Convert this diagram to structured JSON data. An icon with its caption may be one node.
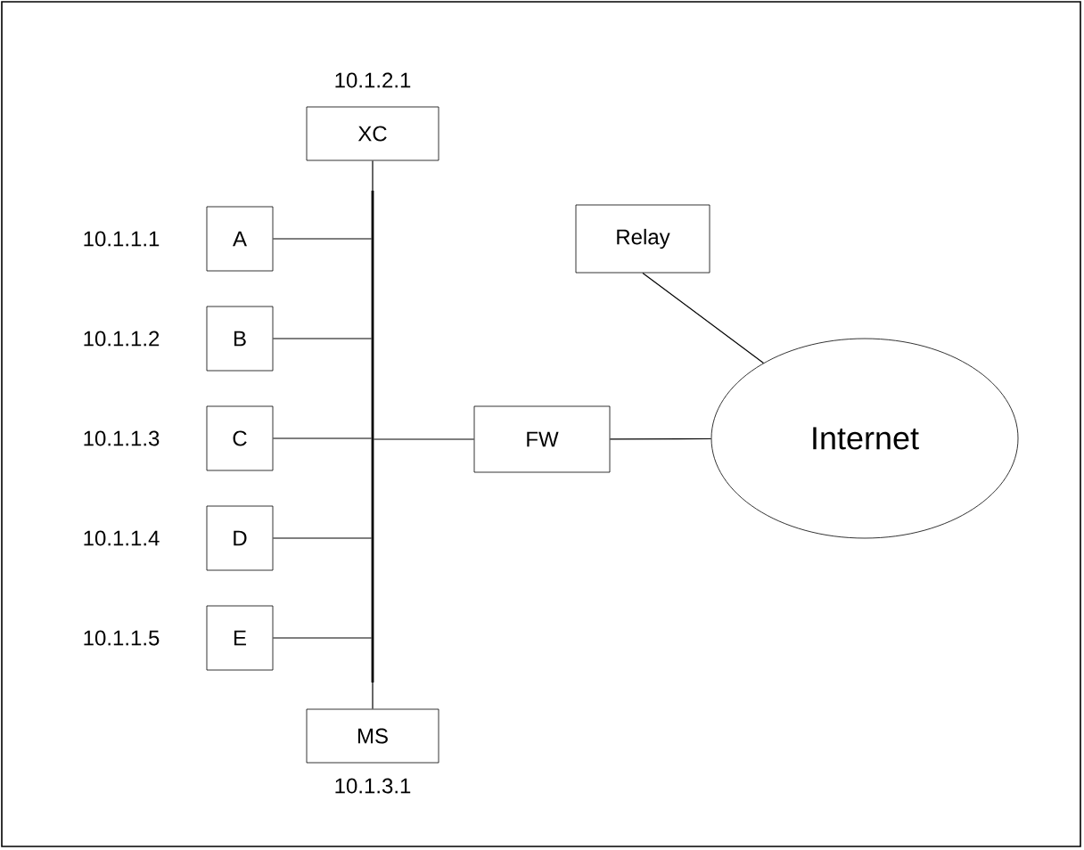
{
  "diagram": {
    "nodes": [
      {
        "text": [
          "XC"
        ],
        "beside": [
          "10.1.2.1"
        ]
      },
      {
        "text": [
          "A"
        ],
        "beside": [
          "10.1.1.1"
        ]
      },
      {
        "text": [
          "Relay"
        ]
      },
      {
        "text": [
          "B"
        ],
        "beside": [
          "10.1.1.2"
        ]
      },
      {
        "text": [
          "C"
        ],
        "beside": [
          "10.1.1.3"
        ]
      },
      {
        "text": [
          "FW"
        ]
      },
      {
        "text": [
          "Internet"
        ]
      },
      {
        "text": [
          "D"
        ],
        "beside": [
          "10.1.1.4"
        ]
      },
      {
        "text": [
          "E"
        ],
        "beside": [
          "10.1.1.5"
        ]
      },
      {
        "text": [
          "MS"
        ],
        "beside": [
          "10.1.3.1"
        ]
      },
      {
        "text": [],
        "shape": "bar"
      }
    ],
    "edges": [
      {
        "from": 0,
        "to": 10,
        "arrow": "none"
      },
      {
        "from": 1,
        "to": 10,
        "arrow": "none"
      },
      {
        "from": 3,
        "to": 10,
        "arrow": "none"
      },
      {
        "from": 4,
        "to": 10,
        "arrow": "none"
      },
      {
        "from": 7,
        "to": 10,
        "arrow": "none"
      },
      {
        "from": 8,
        "to": 10,
        "arrow": "none"
      },
      {
        "from": 9,
        "to": 10,
        "arrow": "none"
      },
      {
        "from": 10,
        "to": 5,
        "arrow": "none"
      },
      {
        "from": 5,
        "to": 6,
        "arrow": "none"
      },
      {
        "from": 2,
        "to": 6,
        "arrow": "none"
      }
    ]
  }
}
